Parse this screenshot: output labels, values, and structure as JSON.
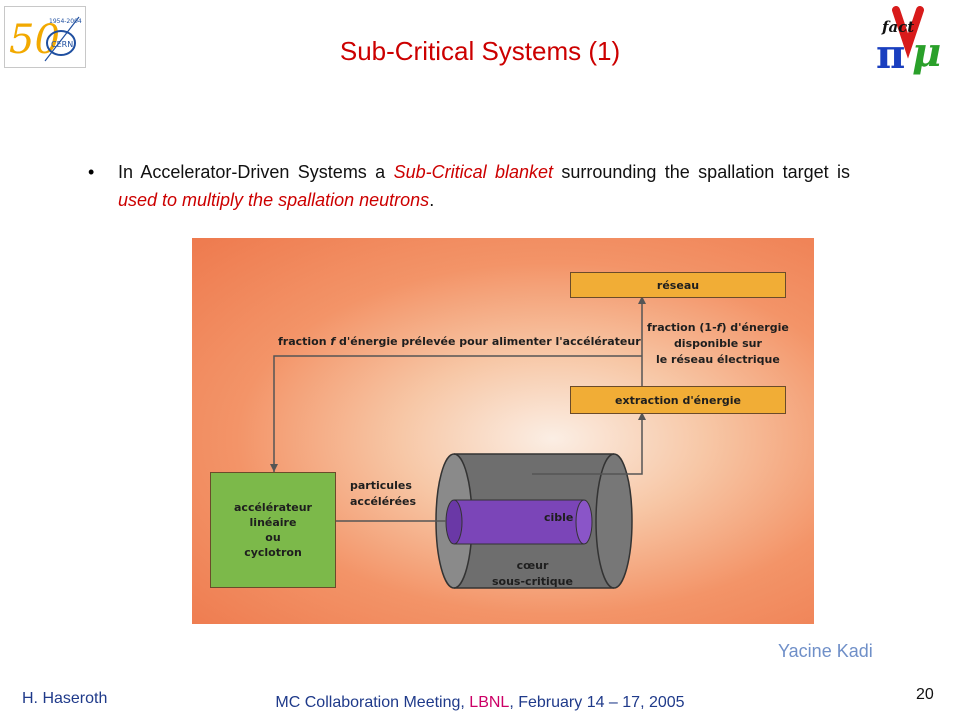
{
  "slide": {
    "title": "Sub-Critical Systems (1)",
    "bullet": {
      "marker": "•",
      "part1": "In Accelerator-Driven Systems a ",
      "part2": "Sub-Critical blanket",
      "part3": " surrounding the spallation target is ",
      "part4": "used to multiply the spallation neutrons",
      "part5": "."
    },
    "credit": "Yacine Kadi"
  },
  "logos": {
    "cern": {
      "years": "1954-2004",
      "number": "50",
      "name": "CERN"
    },
    "fact": {
      "word": "fact",
      "letters": "πνμ"
    }
  },
  "diagram": {
    "reseau": "réseau",
    "extraction": "extraction d'énergie",
    "fraction_f": "fraction f d'énergie prélevée pour alimenter l'accélérateur",
    "fraction_1f": [
      "fraction (1-f) d'énergie",
      "disponible sur",
      "le réseau électrique"
    ],
    "accelerator": [
      "accélérateur",
      "linéaire",
      "ou",
      "cyclotron"
    ],
    "particles": [
      "particules",
      "accélérées"
    ],
    "target": "cible",
    "core": [
      "cœur",
      "sous-critique"
    ]
  },
  "footer": {
    "author": "H. Haseroth",
    "meeting_pre": "MC Collaboration Meeting, ",
    "meeting_lbnl": "LBNL",
    "meeting_post": ", February 14 – 17, 2005",
    "page_number": "20"
  },
  "colors": {
    "title": "#cc0000",
    "footer_text": "#1f3a8a",
    "credit": "#6f8fc8",
    "box_orange": "#f1ad36",
    "box_green": "#7cb94a",
    "cylinder_outer": "#6f6f6f",
    "cylinder_inner": "#7b45b8"
  }
}
